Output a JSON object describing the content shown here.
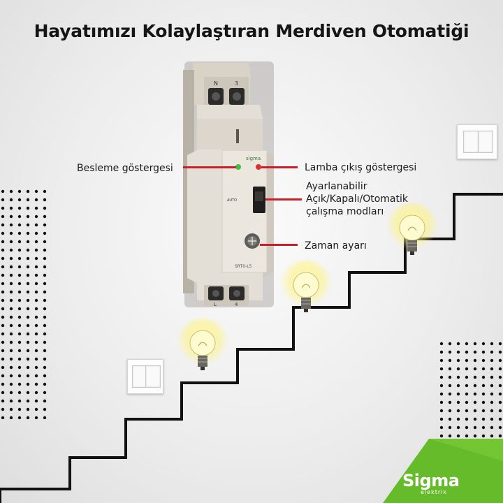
{
  "title": "Hayatımızı Kolaylaştıran Merdiven Otomatiği",
  "labels": {
    "besleme": "Besleme göstergesi",
    "lamba": "Lamba çıkış göstergesi",
    "mode_line1": "Ayarlanabilir",
    "mode_line2": "Açık/Kapalı/Otomatik",
    "mode_line3": "çalışma modları",
    "zaman": "Zaman ayarı"
  },
  "device": {
    "terminal_top_left": "N",
    "terminal_top_right": "3",
    "terminal_bottom_left": "L",
    "terminal_bottom_right": "4",
    "brand": "sigma",
    "mode_mark": "AUTO",
    "model": "SRT0-L5"
  },
  "logo": {
    "name": "Sigma",
    "sub": "elektrik"
  },
  "colors": {
    "accent_red": "#c8202a",
    "logo_green": "#66bb2a",
    "stairs": "#111111",
    "led_green": "#3fbf3a",
    "led_red": "#d9342b"
  },
  "icons": [
    "light-bulb-icon",
    "wall-switch-icon",
    "stairs-line",
    "dot-pattern"
  ]
}
